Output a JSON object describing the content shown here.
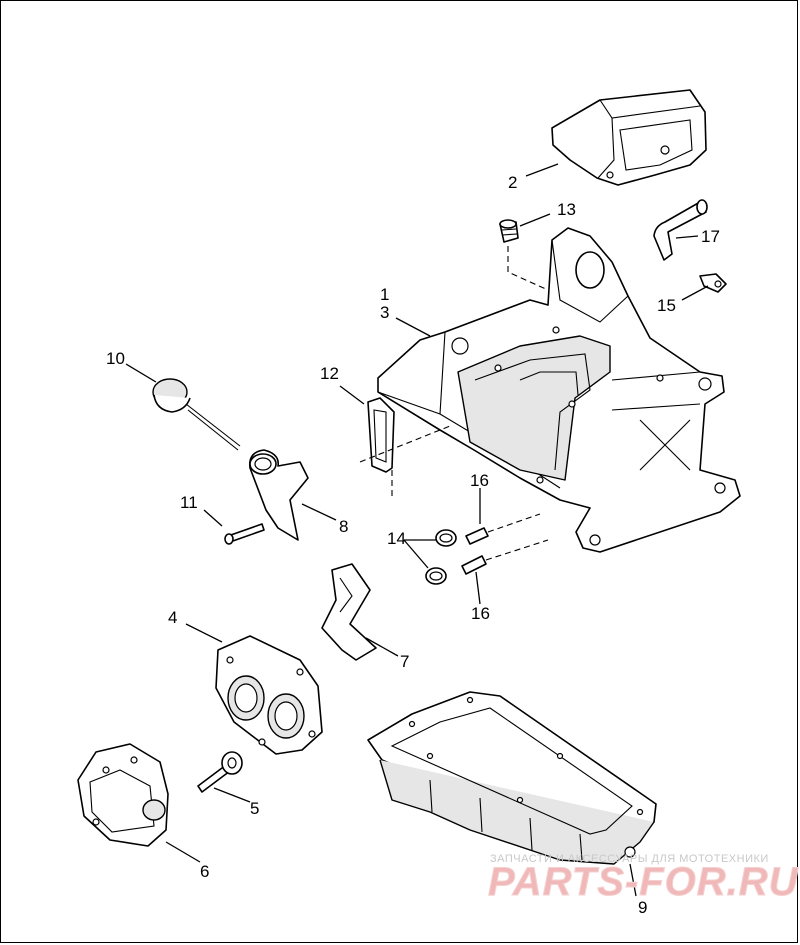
{
  "callouts": {
    "c1": "1",
    "c2": "2",
    "c3": "3",
    "c4": "4",
    "c5": "5",
    "c6": "6",
    "c7": "7",
    "c8": "8",
    "c9": "9",
    "c10": "10",
    "c11": "11",
    "c12": "12",
    "c13": "13",
    "c14": "14",
    "c15": "15",
    "c16a": "16",
    "c16b": "16",
    "c17": "17"
  },
  "watermark": {
    "tagline": "ЗАПЧАСТИ И АКСЕССУАРЫ ДЛЯ МОТОТЕХНИКИ",
    "brand": "PARTS-FOR.RU"
  },
  "colors": {
    "line": "#000000",
    "background": "#ffffff",
    "watermark_red": "#f0b8b8"
  }
}
